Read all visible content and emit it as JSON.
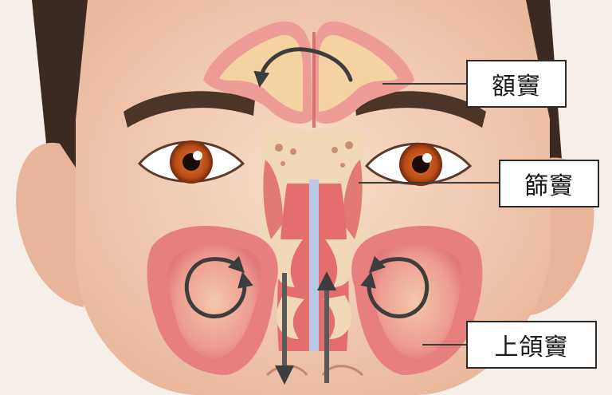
{
  "labels": {
    "frontal": "額竇",
    "ethmoid": "篩竇",
    "maxillary": "上頜竇"
  },
  "colors": {
    "skin": "#f3d2bd",
    "sinus_lining": "#e77f7f",
    "sinus_inner": "#f0c4a0",
    "cavity": "#f7e8a8",
    "hair": "#3b2a21",
    "iris": "#c8561e",
    "arrow": "#4a4a4a",
    "septum": "#b8c8e8"
  }
}
